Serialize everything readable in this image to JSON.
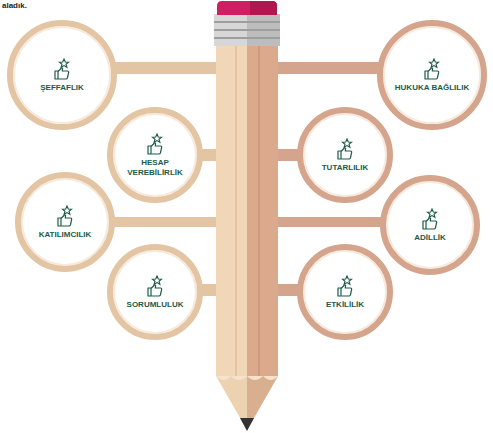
{
  "diagram": {
    "nodes": [
      {
        "text": [
          "ŞEFFAFLIK"
        ]
      },
      {
        "text": [
          "HESAP VEREBİLİRLİK"
        ]
      },
      {
        "text": [
          "KATILIMCILIK"
        ]
      },
      {
        "text": [
          "SORUMLULUK"
        ]
      },
      {
        "text": [
          "HUKUKA BAĞLILIK"
        ]
      },
      {
        "text": [
          "TUTARLILIK"
        ]
      },
      {
        "text": [
          "ADİLLİK"
        ]
      },
      {
        "text": [
          "ETKİLİLİK"
        ]
      }
    ],
    "labels": [
      "aladık."
    ]
  }
}
